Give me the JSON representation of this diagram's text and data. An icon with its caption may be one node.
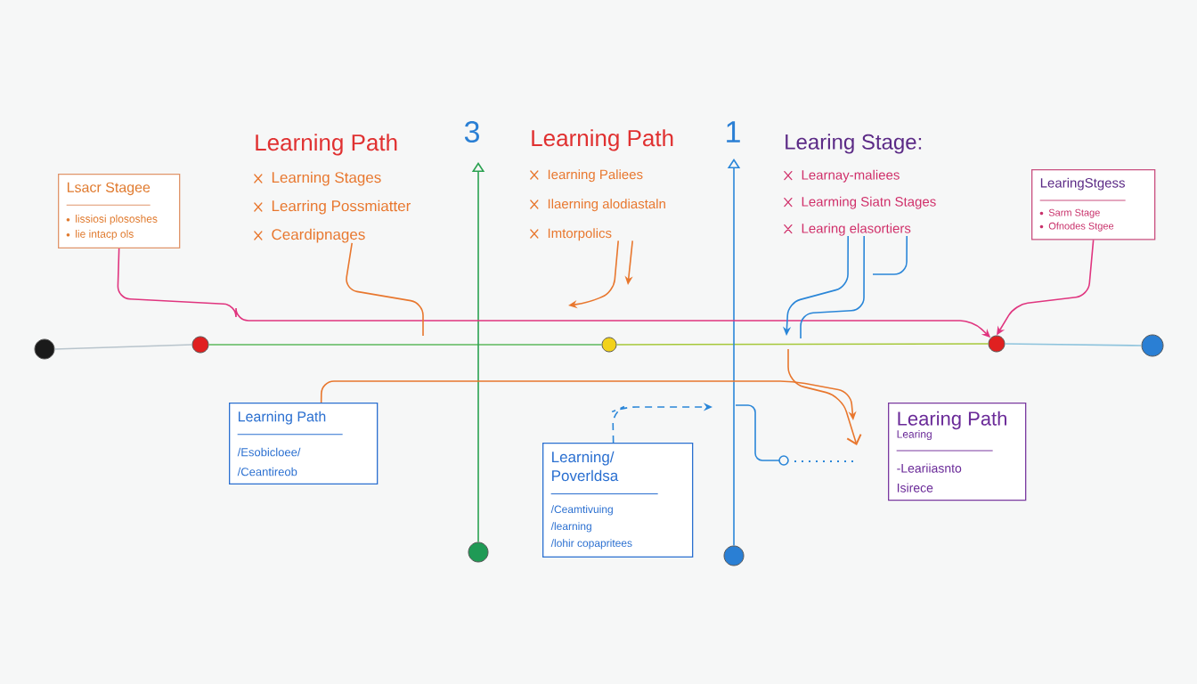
{
  "diagram": {
    "nodes": [
      {
        "text": [
          "Lsacr Stagee",
          "lissiosi plososhes",
          "lie intacp ols"
        ]
      },
      {
        "text": [
          "Learning Path",
          "Learning Stages",
          "Learring Possmiatter",
          "Ceardipnages"
        ]
      },
      {
        "text": [
          "Learning Path",
          "Iearning Paliees",
          "Ilaerning alodiastaln",
          "Imtorpolics"
        ]
      },
      {
        "text": [
          "Learing Stage:",
          "Learnay-maliees",
          "Learming Siatn Stages",
          "Learing elasortiers"
        ]
      },
      {
        "text": [
          "LearingStgess",
          "Sarm Stage",
          "Ofnodes Stgee"
        ]
      },
      {
        "text": [
          "Learning Path",
          "/Esobicloee/",
          "/Ceantireob"
        ]
      },
      {
        "text": [
          "Learning/ Poverldsa",
          "/Ceamtivuing",
          "/learning",
          "/lohir copapritees"
        ]
      },
      {
        "text": [
          "Learing Path",
          "Learing",
          "-Leariiasnto",
          "Isirece"
        ]
      },
      {
        "text": [],
        "shape": "circle"
      },
      {
        "text": [],
        "shape": "circle"
      },
      {
        "text": [],
        "shape": "circle"
      },
      {
        "text": [],
        "shape": "circle"
      },
      {
        "text": [],
        "shape": "circle"
      },
      {
        "text": [],
        "shape": "circle"
      },
      {
        "text": [],
        "shape": "circle"
      }
    ],
    "edges": [
      {
        "from": 8,
        "to": 9,
        "arrow": "none",
        "color": "#b8c4cc"
      },
      {
        "from": 9,
        "to": 10,
        "arrow": "none",
        "color": "#5cb85c"
      },
      {
        "from": 10,
        "to": 11,
        "arrow": "none",
        "color": "#a6c83a"
      },
      {
        "from": 11,
        "to": 12,
        "arrow": "none",
        "color": "#8fc4dd"
      },
      {
        "from": 13,
        "to": null,
        "arrow": "to",
        "color": "#2aa150"
      },
      {
        "from": 14,
        "to": null,
        "arrow": "to",
        "color": "#2a86d8"
      },
      {
        "from": 0,
        "to": 11,
        "arrow": "to",
        "color": "#e0357f"
      },
      {
        "from": 4,
        "to": 11,
        "arrow": "to",
        "color": "#e0357f"
      },
      {
        "from": 1,
        "to": null,
        "arrow": "none",
        "color": "#e8772e"
      },
      {
        "from": 2,
        "to": null,
        "arrow": "to",
        "color": "#e8772e"
      },
      {
        "from": 2,
        "to": null,
        "arrow": "to",
        "color": "#e8772e"
      },
      {
        "from": 3,
        "to": null,
        "arrow": "to",
        "color": "#2a86d8"
      },
      {
        "from": 3,
        "to": null,
        "arrow": "none",
        "color": "#2a86d8"
      },
      {
        "from": 3,
        "to": null,
        "arrow": "none",
        "color": "#2a86d8"
      },
      {
        "from": 5,
        "to": null,
        "arrow": "to",
        "color": "#e8772e"
      },
      {
        "from": 6,
        "to": null,
        "arrow": "to",
        "style": "dashed",
        "color": "#2a86d8"
      }
    ],
    "labels": [
      "3",
      "1"
    ]
  }
}
